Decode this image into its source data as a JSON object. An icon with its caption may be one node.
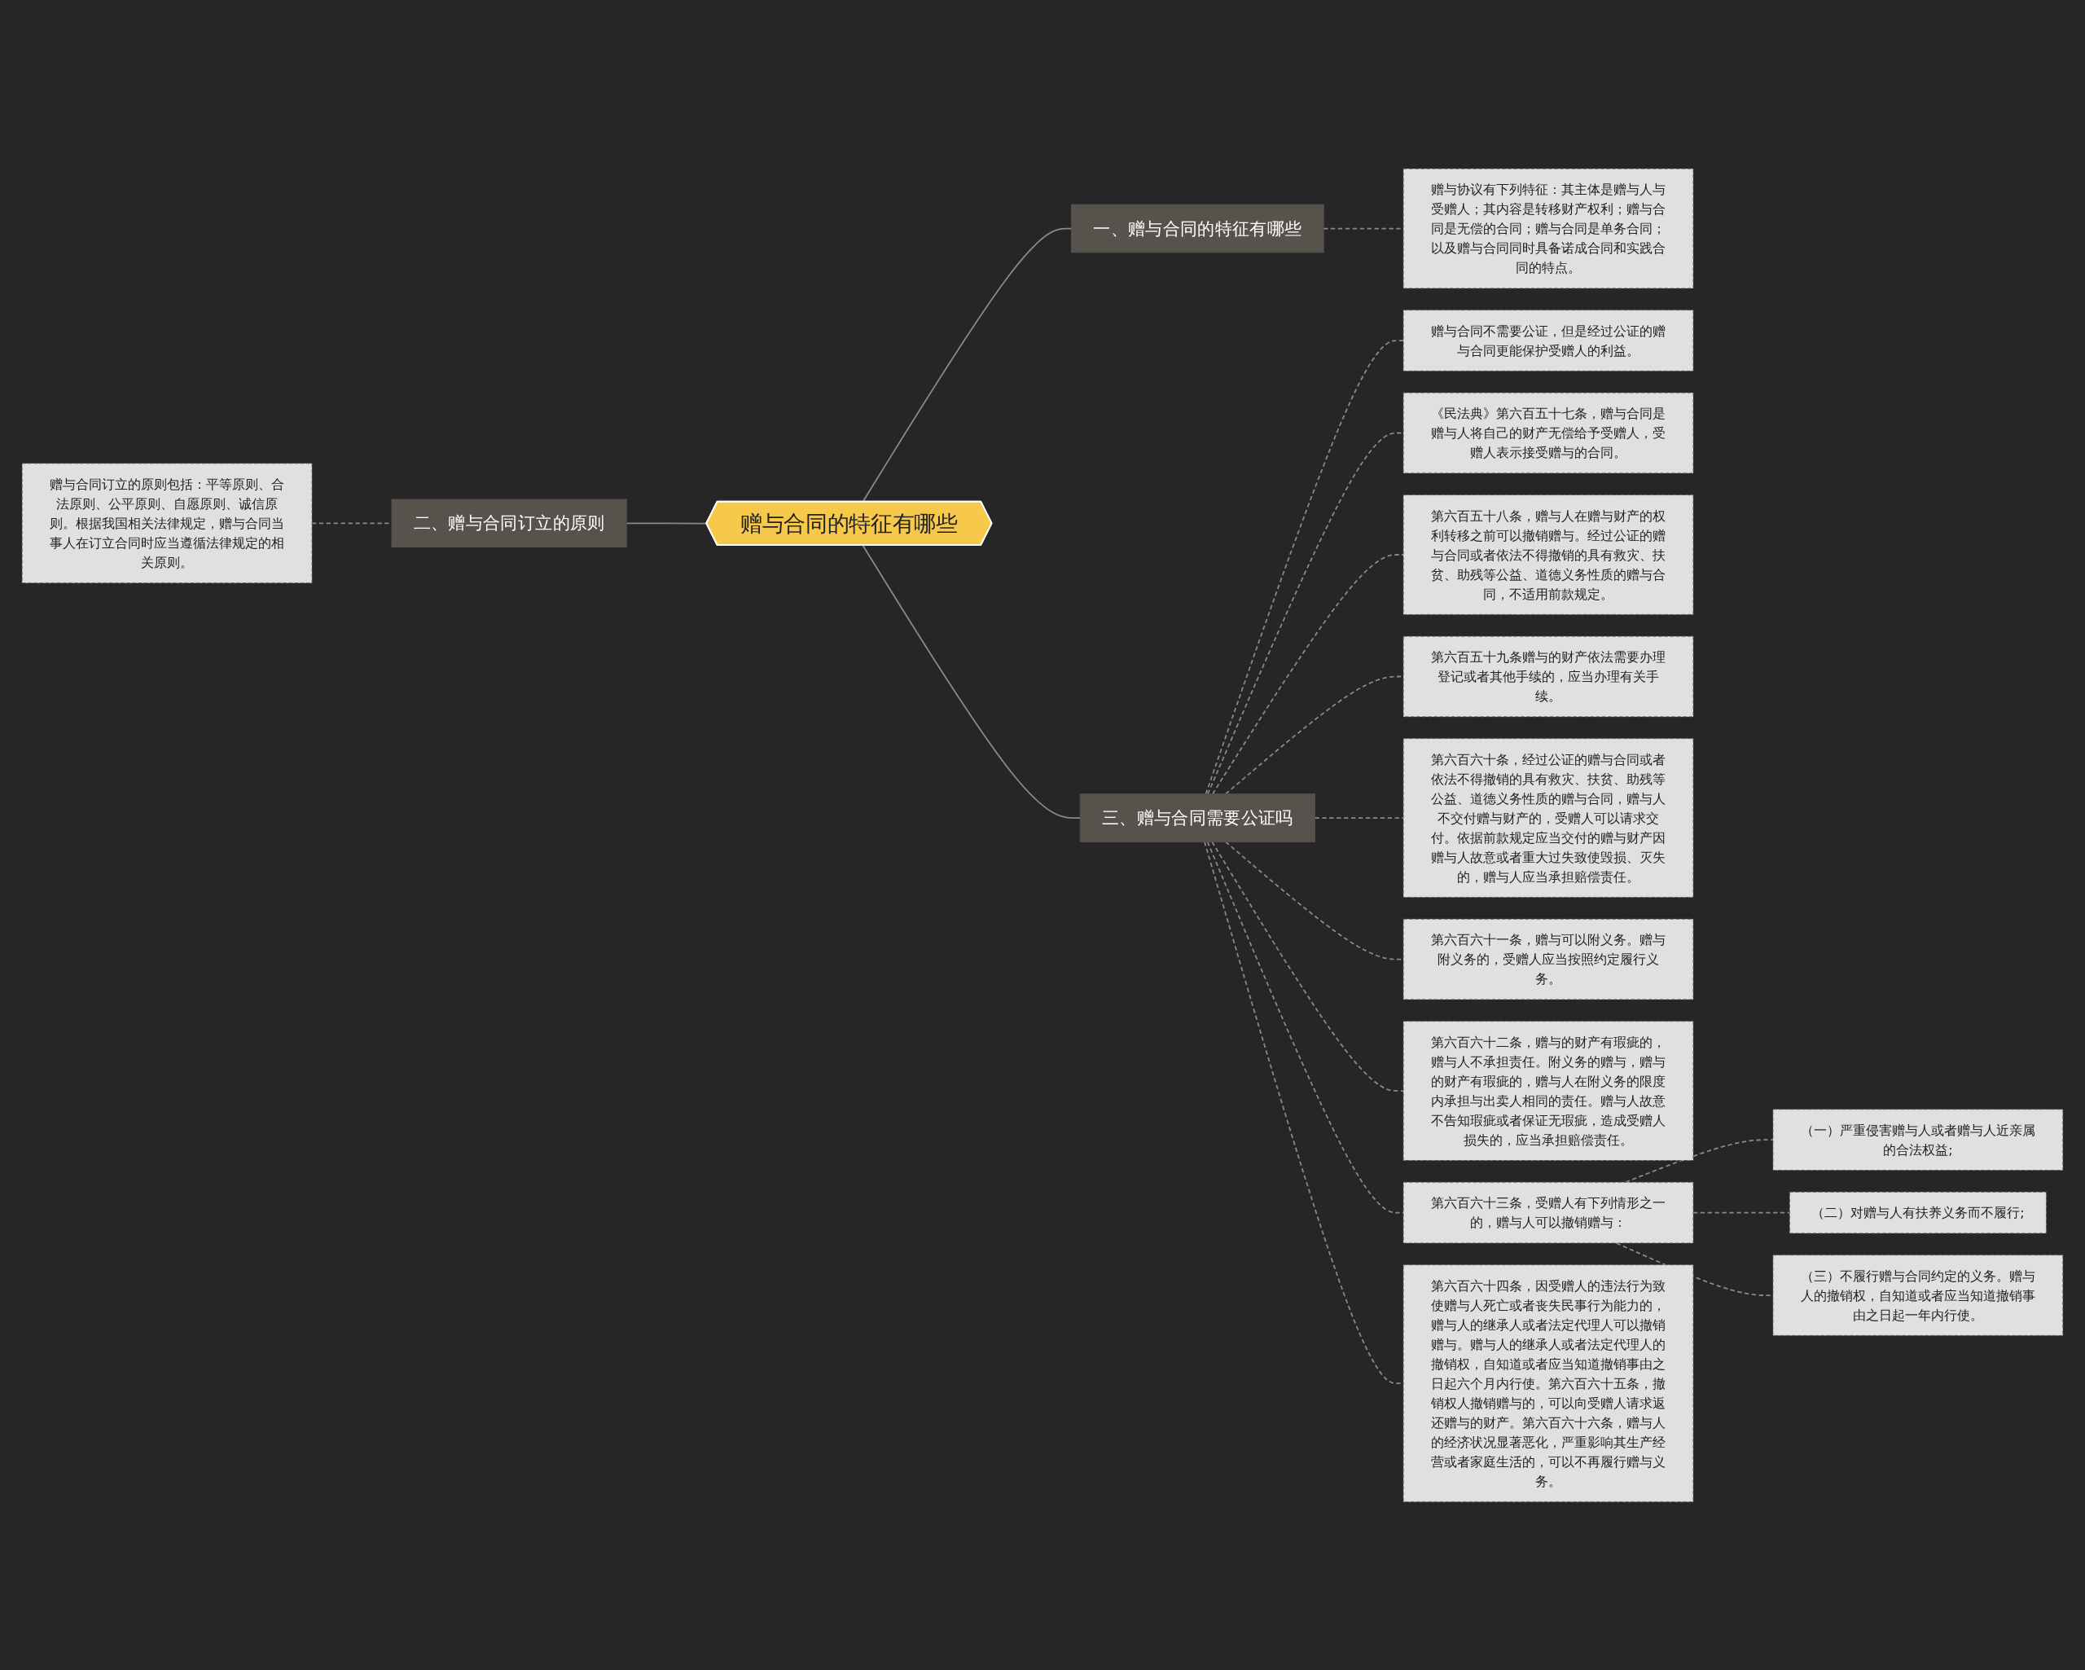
{
  "diagram": {
    "nodes": [
      {
        "text": [
          "赠与合同的特征有哪些"
        ]
      },
      {
        "text": [
          "一、赠与合同的特征有哪些"
        ]
      },
      {
        "text": [
          "赠与协议有下列特征：其主体是赠与人与受赠人；其内容是转移财产权利；赠与合同是无偿的合同；赠与合同是单务合同；以及赠与合同同时具备诺成合同和实践合同的特点。"
        ]
      },
      {
        "text": [
          "二、赠与合同订立的原则"
        ]
      },
      {
        "text": [
          "赠与合同订立的原则包括：平等原则、合法原则、公平原则、自愿原则、诚信原则。根据我国相关法律规定，赠与合同当事人在订立合同时应当遵循法律规定的相关原则。"
        ]
      },
      {
        "text": [
          "三、赠与合同需要公证吗"
        ]
      },
      {
        "text": [
          "赠与合同不需要公证，但是经过公证的赠与合同更能保护受赠人的利益。"
        ]
      },
      {
        "text": [
          "《民法典》第六百五十七条，赠与合同是赠与人将自己的财产无偿给予受赠人，受赠人表示接受赠与的合同。"
        ]
      },
      {
        "text": [
          "第六百五十八条，赠与人在赠与财产的权利转移之前可以撤销赠与。经过公证的赠与合同或者依法不得撤销的具有救灾、扶贫、助残等公益、道德义务性质的赠与合同，不适用前款规定。"
        ]
      },
      {
        "text": [
          "第六百五十九条赠与的财产依法需要办理登记或者其他手续的，应当办理有关手续。"
        ]
      },
      {
        "text": [
          "第六百六十条，经过公证的赠与合同或者依法不得撤销的具有救灾、扶贫、助残等公益、道德义务性质的赠与合同，赠与人不交付赠与财产的，受赠人可以请求交付。依据前款规定应当交付的赠与财产因赠与人故意或者重大过失致使毁损、灭失的，赠与人应当承担赔偿责任。"
        ]
      },
      {
        "text": [
          "第六百六十一条，赠与可以附义务。赠与附义务的，受赠人应当按照约定履行义务。"
        ]
      },
      {
        "text": [
          "第六百六十二条，赠与的财产有瑕疵的，赠与人不承担责任。附义务的赠与，赠与的财产有瑕疵的，赠与人在附义务的限度内承担与出卖人相同的责任。赠与人故意不告知瑕疵或者保证无瑕疵，造成受赠人损失的，应当承担赔偿责任。"
        ]
      },
      {
        "text": [
          "第六百六十三条，受赠人有下列情形之一的，赠与人可以撤销赠与："
        ]
      },
      {
        "text": [
          "（一）严重侵害赠与人或者赠与人近亲属的合法权益;"
        ]
      },
      {
        "text": [
          "（二）对赠与人有扶养义务而不履行;"
        ]
      },
      {
        "text": [
          "（三）不履行赠与合同约定的义务。赠与人的撤销权，自知道或者应当知道撤销事由之日起一年内行使。"
        ]
      },
      {
        "text": [
          "第六百六十四条，因受赠人的违法行为致使赠与人死亡或者丧失民事行为能力的，赠与人的继承人或者法定代理人可以撤销赠与。赠与人的继承人或者法定代理人的撤销权，自知道或者应当知道撤销事由之日起六个月内行使。第六百六十五条，撤销权人撤销赠与的，可以向受赠人请求返还赠与的财产。第六百六十六条，赠与人的经济状况显著恶化，严重影响其生产经营或者家庭生活的，可以不再履行赠与义务。"
        ]
      }
    ],
    "edges": [
      {
        "from": 0,
        "to": 1,
        "arrow": "none"
      },
      {
        "from": 1,
        "to": 2,
        "arrow": "none",
        "style": "dashed"
      },
      {
        "from": 4,
        "to": 3,
        "arrow": "none",
        "style": "dashed"
      },
      {
        "from": 3,
        "to": 0,
        "arrow": "none"
      },
      {
        "from": 0,
        "to": 5,
        "arrow": "none"
      },
      {
        "from": 5,
        "to": 6,
        "arrow": "none",
        "style": "dashed"
      },
      {
        "from": 5,
        "to": 7,
        "arrow": "none",
        "style": "dashed"
      },
      {
        "from": 5,
        "to": 8,
        "arrow": "none",
        "style": "dashed"
      },
      {
        "from": 5,
        "to": 9,
        "arrow": "none",
        "style": "dashed"
      },
      {
        "from": 5,
        "to": 10,
        "arrow": "none",
        "style": "dashed"
      },
      {
        "from": 5,
        "to": 11,
        "arrow": "none",
        "style": "dashed"
      },
      {
        "from": 5,
        "to": 12,
        "arrow": "none",
        "style": "dashed"
      },
      {
        "from": 5,
        "to": 13,
        "arrow": "none",
        "style": "dashed"
      },
      {
        "from": 13,
        "to": 14,
        "arrow": "none",
        "style": "dashed"
      },
      {
        "from": 13,
        "to": 15,
        "arrow": "none",
        "style": "dashed"
      },
      {
        "from": 13,
        "to": 16,
        "arrow": "none",
        "style": "dashed"
      },
      {
        "from": 5,
        "to": 17,
        "arrow": "none",
        "style": "dashed"
      }
    ]
  }
}
